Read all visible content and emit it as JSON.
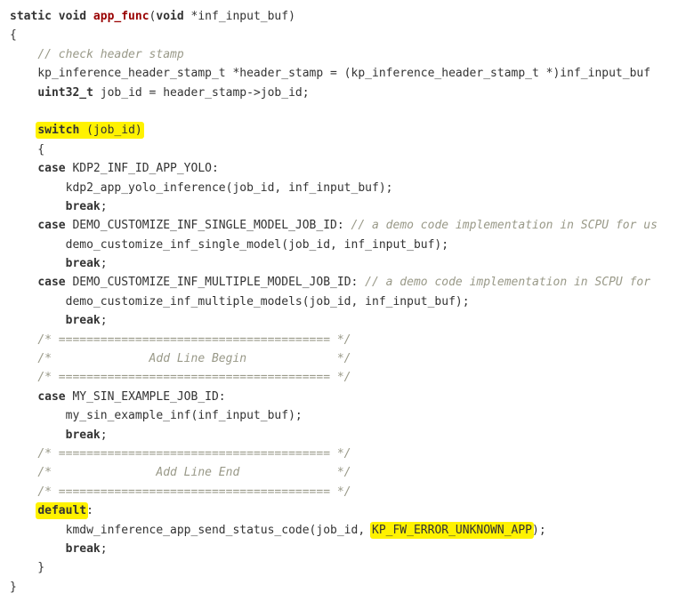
{
  "code": {
    "lines": [
      [
        {
          "t": "static void ",
          "c": "kw"
        },
        {
          "t": "app_func",
          "c": "fn"
        },
        {
          "t": "(",
          "c": ""
        },
        {
          "t": "void",
          "c": "kw"
        },
        {
          "t": " *inf_input_buf)",
          "c": ""
        }
      ],
      [
        {
          "t": "{",
          "c": ""
        }
      ],
      [
        {
          "t": "    ",
          "c": ""
        },
        {
          "t": "// check header stamp",
          "c": "cm"
        }
      ],
      [
        {
          "t": "    kp_inference_header_stamp_t *header_stamp = (kp_inference_header_stamp_t *)inf_input_buf",
          "c": ""
        }
      ],
      [
        {
          "t": "    ",
          "c": ""
        },
        {
          "t": "uint32_t",
          "c": "kw"
        },
        {
          "t": " job_id = header_stamp->job_id;",
          "c": ""
        }
      ],
      [
        {
          "t": "",
          "c": ""
        }
      ],
      [
        {
          "t": "    ",
          "c": ""
        },
        {
          "t": "switch",
          "c": "kw",
          "hl": "s"
        },
        {
          "t": " (job_id)",
          "c": "",
          "hl": "e"
        }
      ],
      [
        {
          "t": "    {",
          "c": ""
        }
      ],
      [
        {
          "t": "    ",
          "c": ""
        },
        {
          "t": "case",
          "c": "kw"
        },
        {
          "t": " KDP2_INF_ID_APP_YOLO:",
          "c": ""
        }
      ],
      [
        {
          "t": "        kdp2_app_yolo_inference(job_id, inf_input_buf);",
          "c": ""
        }
      ],
      [
        {
          "t": "        ",
          "c": ""
        },
        {
          "t": "break",
          "c": "kw"
        },
        {
          "t": ";",
          "c": ""
        }
      ],
      [
        {
          "t": "    ",
          "c": ""
        },
        {
          "t": "case",
          "c": "kw"
        },
        {
          "t": " DEMO_CUSTOMIZE_INF_SINGLE_MODEL_JOB_ID: ",
          "c": ""
        },
        {
          "t": "// a demo code implementation in SCPU for us",
          "c": "cm"
        }
      ],
      [
        {
          "t": "        demo_customize_inf_single_model(job_id, inf_input_buf);",
          "c": ""
        }
      ],
      [
        {
          "t": "        ",
          "c": ""
        },
        {
          "t": "break",
          "c": "kw"
        },
        {
          "t": ";",
          "c": ""
        }
      ],
      [
        {
          "t": "    ",
          "c": ""
        },
        {
          "t": "case",
          "c": "kw"
        },
        {
          "t": " DEMO_CUSTOMIZE_INF_MULTIPLE_MODEL_JOB_ID: ",
          "c": ""
        },
        {
          "t": "// a demo code implementation in SCPU for",
          "c": "cm"
        }
      ],
      [
        {
          "t": "        demo_customize_inf_multiple_models(job_id, inf_input_buf);",
          "c": ""
        }
      ],
      [
        {
          "t": "        ",
          "c": ""
        },
        {
          "t": "break",
          "c": "kw"
        },
        {
          "t": ";",
          "c": ""
        }
      ],
      [
        {
          "t": "    ",
          "c": ""
        },
        {
          "t": "/* ======================================= */",
          "c": "cm"
        }
      ],
      [
        {
          "t": "    ",
          "c": ""
        },
        {
          "t": "/*              Add Line Begin             */",
          "c": "cm"
        }
      ],
      [
        {
          "t": "    ",
          "c": ""
        },
        {
          "t": "/* ======================================= */",
          "c": "cm"
        }
      ],
      [
        {
          "t": "    ",
          "c": ""
        },
        {
          "t": "case",
          "c": "kw"
        },
        {
          "t": " MY_SIN_EXAMPLE_JOB_ID:",
          "c": ""
        }
      ],
      [
        {
          "t": "        my_sin_example_inf(inf_input_buf);",
          "c": ""
        }
      ],
      [
        {
          "t": "        ",
          "c": ""
        },
        {
          "t": "break",
          "c": "kw"
        },
        {
          "t": ";",
          "c": ""
        }
      ],
      [
        {
          "t": "    ",
          "c": ""
        },
        {
          "t": "/* ======================================= */",
          "c": "cm"
        }
      ],
      [
        {
          "t": "    ",
          "c": ""
        },
        {
          "t": "/*               Add Line End              */",
          "c": "cm"
        }
      ],
      [
        {
          "t": "    ",
          "c": ""
        },
        {
          "t": "/* ======================================= */",
          "c": "cm"
        }
      ],
      [
        {
          "t": "    ",
          "c": ""
        },
        {
          "t": "default",
          "c": "kw",
          "hl": "se"
        },
        {
          "t": ":",
          "c": ""
        }
      ],
      [
        {
          "t": "        kmdw_inference_app_send_status_code(job_id, ",
          "c": ""
        },
        {
          "t": "KP_FW_ERROR_UNKNOWN_APP",
          "c": "",
          "hl": "se"
        },
        {
          "t": ");",
          "c": ""
        }
      ],
      [
        {
          "t": "        ",
          "c": ""
        },
        {
          "t": "break",
          "c": "kw"
        },
        {
          "t": ";",
          "c": ""
        }
      ],
      [
        {
          "t": "    }",
          "c": ""
        }
      ],
      [
        {
          "t": "}",
          "c": ""
        }
      ]
    ]
  }
}
